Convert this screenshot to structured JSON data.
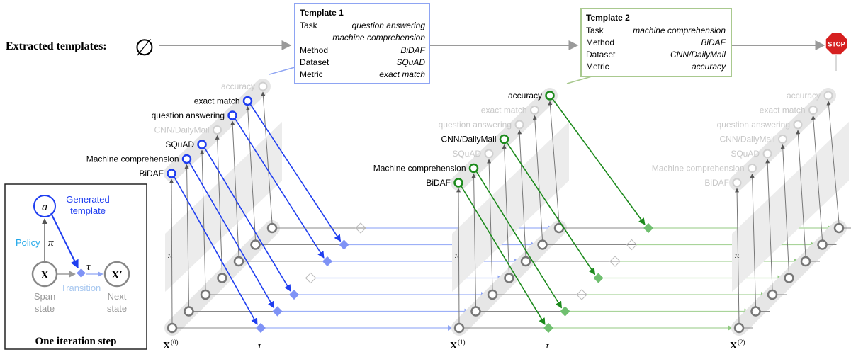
{
  "header": {
    "extracted_label": "Extracted templates:",
    "empty_set": "∅"
  },
  "templates": [
    {
      "title": "Template 1",
      "rows": [
        {
          "k": "Task",
          "v": "question answering"
        },
        {
          "k": "",
          "v": "machine comprehension"
        },
        {
          "k": "Method",
          "v": "BiDAF"
        },
        {
          "k": "Dataset",
          "v": "SQuAD"
        },
        {
          "k": "Metric",
          "v": "exact match"
        }
      ],
      "border": "#8ea4f3"
    },
    {
      "title": "Template 2",
      "rows": [
        {
          "k": "Task",
          "v": "machine comprehension"
        },
        {
          "k": "Method",
          "v": "BiDAF"
        },
        {
          "k": "Dataset",
          "v": "CNN/DailyMail"
        },
        {
          "k": "Metric",
          "v": "accuracy"
        }
      ],
      "border": "#a9c98f"
    }
  ],
  "stop_sign": "STOP",
  "span_labels": [
    "BiDAF",
    "Machine comprehension",
    "SQuAD",
    "CNN/DailyMail",
    "question answering",
    "exact match",
    "accuracy"
  ],
  "column_highlight": [
    [
      true,
      true,
      true,
      false,
      true,
      true,
      false
    ],
    [
      true,
      true,
      false,
      true,
      false,
      false,
      true
    ],
    [
      false,
      false,
      false,
      false,
      false,
      false,
      false
    ]
  ],
  "greek": {
    "pi": "π",
    "tau": "τ"
  },
  "state_labels": [
    {
      "base": "X",
      "sup": "(0)"
    },
    {
      "base": "X",
      "sup": "(1)"
    },
    {
      "base": "X",
      "sup": "(2)"
    }
  ],
  "legend": {
    "a": "a",
    "generated_line1": "Generated",
    "generated_line2": "template",
    "policy": "Policy",
    "pi": "π",
    "tau": "τ",
    "x": "X",
    "xprime": "X′",
    "transition": "Transition",
    "span_line1": "Span",
    "span_line2": "state",
    "next_line1": "Next",
    "next_line2": "state",
    "caption": "One iteration step"
  },
  "colors": {
    "blue": "#1f3ef0",
    "green": "#1c8a1c",
    "gray_node": "#777777",
    "faint_text": "#c8c8c8",
    "band": "#e6e6e6",
    "light_blue": "#9db0f7",
    "light_green": "#a9d49a",
    "diamond_blue": "#7f93f6",
    "diamond_green": "#6fbf6f",
    "stop": "#d62020"
  }
}
